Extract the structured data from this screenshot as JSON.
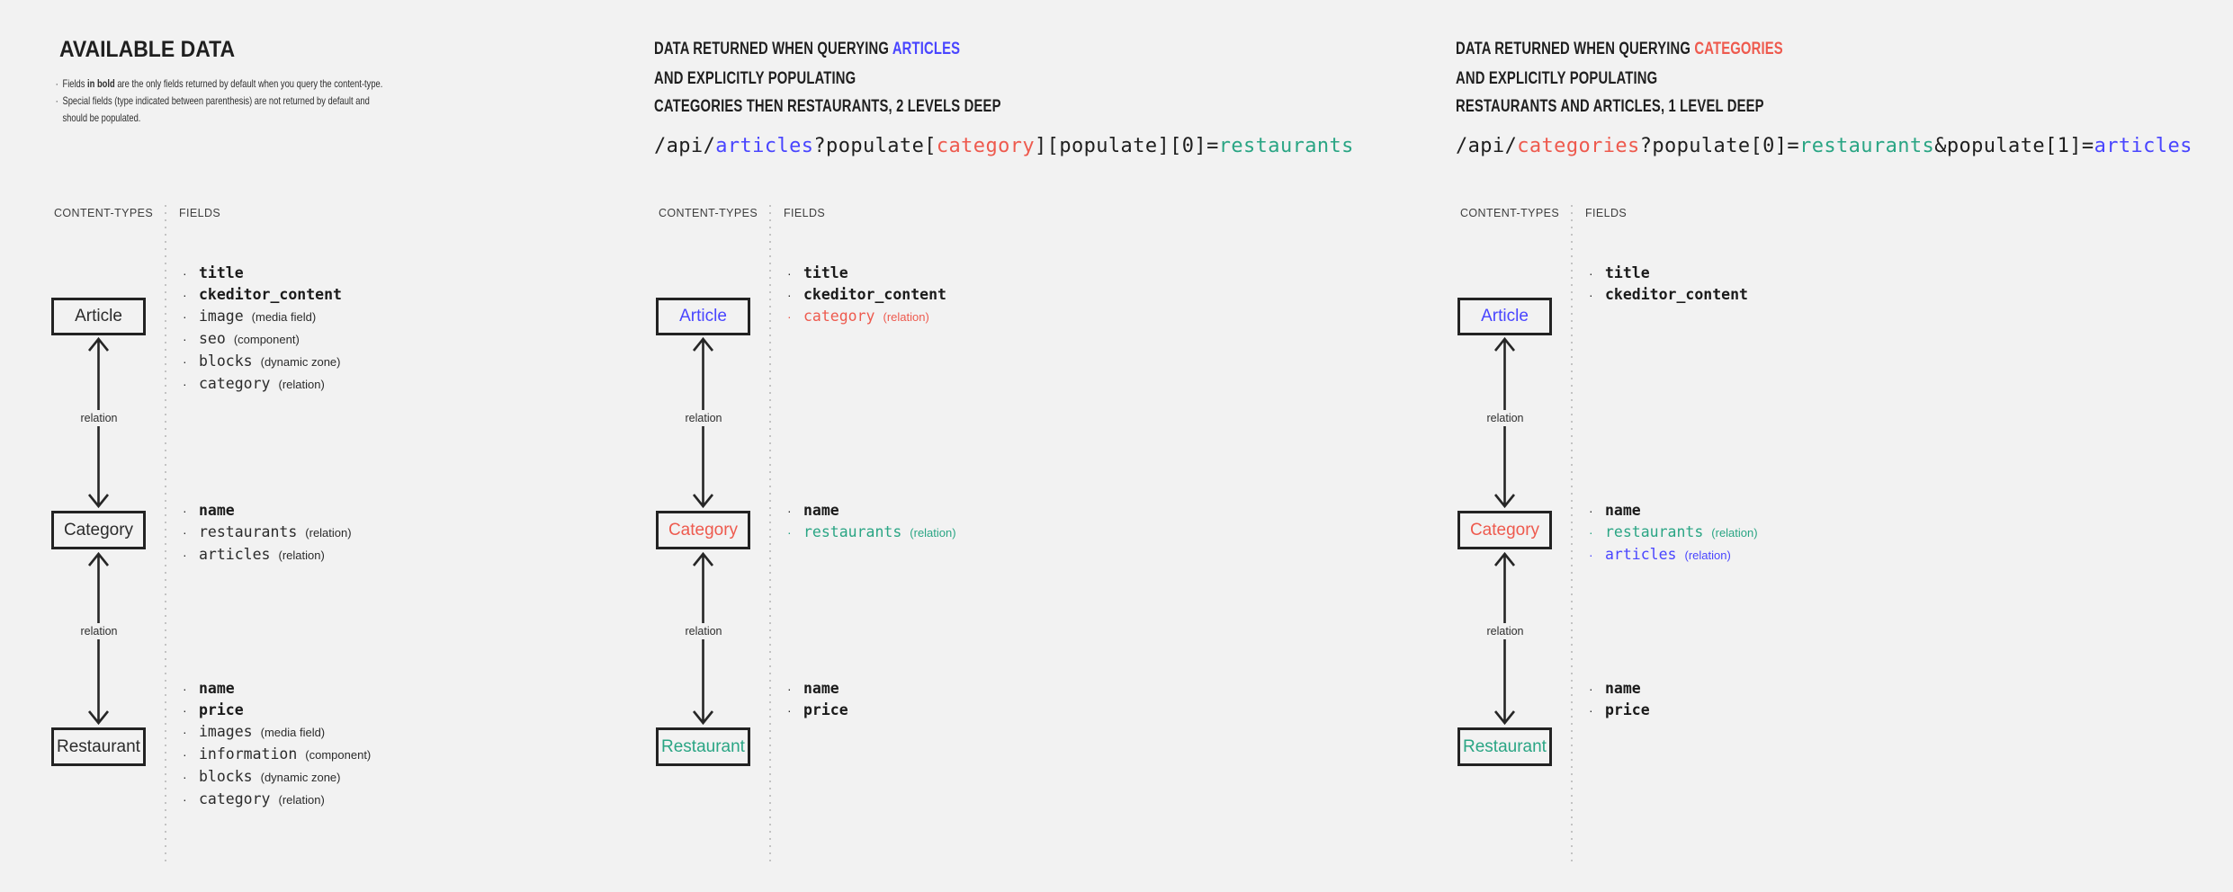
{
  "colors": {
    "blue": "#4945ff",
    "red": "#ee5a4e",
    "teal": "#2aa584",
    "ink": "#1f1f1f",
    "bg": "#f2f2f2"
  },
  "panels": [
    {
      "id": "available-data",
      "title": "AVAILABLE DATA",
      "notes": [
        [
          {
            "text": "Fields "
          },
          {
            "text": "in bold",
            "bold": true
          },
          {
            "text": " are the only fields returned by default when you query the content-type."
          }
        ],
        [
          {
            "text": "Special fields (type indicated between parenthesis) are not returned by default and should be populated."
          }
        ]
      ],
      "labels": {
        "content_types": "CONTENT-TYPES",
        "fields": "FIELDS",
        "relation": "relation"
      },
      "boxes": [
        {
          "name": "Article",
          "fields": [
            {
              "name": "title",
              "bold": true
            },
            {
              "name": "ckeditor_content",
              "bold": true
            },
            {
              "name": "image",
              "type": "(media field)"
            },
            {
              "name": "seo",
              "type": "(component)"
            },
            {
              "name": "blocks",
              "type": "(dynamic zone)"
            },
            {
              "name": "category",
              "type": "(relation)"
            }
          ]
        },
        {
          "name": "Category",
          "fields": [
            {
              "name": "name",
              "bold": true
            },
            {
              "name": "restaurants",
              "type": "(relation)"
            },
            {
              "name": "articles",
              "type": "(relation)"
            }
          ]
        },
        {
          "name": "Restaurant",
          "fields": [
            {
              "name": "name",
              "bold": true
            },
            {
              "name": "price",
              "bold": true
            },
            {
              "name": "images",
              "type": "(media field)"
            },
            {
              "name": "information",
              "type": "(component)"
            },
            {
              "name": "blocks",
              "type": "(dynamic zone)"
            },
            {
              "name": "category",
              "type": "(relation)"
            }
          ]
        }
      ]
    },
    {
      "id": "query-articles",
      "heading": [
        [
          {
            "text": "DATA RETURNED WHEN QUERYING "
          },
          {
            "text": "ARTICLES",
            "color": "blue"
          }
        ],
        [
          {
            "text": "AND EXPLICITLY POPULATING"
          }
        ],
        [
          {
            "text": "CATEGORIES THEN RESTAURANTS, 2 LEVELS DEEP"
          }
        ]
      ],
      "api": [
        {
          "text": "/api/"
        },
        {
          "text": "articles",
          "color": "blue"
        },
        {
          "text": "?populate["
        },
        {
          "text": "category",
          "color": "red"
        },
        {
          "text": "][populate][0]="
        },
        {
          "text": "restaurants",
          "color": "teal"
        }
      ],
      "labels": {
        "content_types": "CONTENT-TYPES",
        "fields": "FIELDS",
        "relation": "relation"
      },
      "boxes": [
        {
          "name": "Article",
          "color": "blue",
          "fields": [
            {
              "name": "title",
              "bold": true
            },
            {
              "name": "ckeditor_content",
              "bold": true
            },
            {
              "name": "category",
              "type": "(relation)",
              "color": "red"
            }
          ]
        },
        {
          "name": "Category",
          "color": "red",
          "fields": [
            {
              "name": "name",
              "bold": true
            },
            {
              "name": "restaurants",
              "type": "(relation)",
              "color": "teal"
            }
          ]
        },
        {
          "name": "Restaurant",
          "color": "teal",
          "fields": [
            {
              "name": "name",
              "bold": true
            },
            {
              "name": "price",
              "bold": true
            }
          ]
        }
      ]
    },
    {
      "id": "query-categories",
      "heading": [
        [
          {
            "text": "DATA RETURNED WHEN QUERYING "
          },
          {
            "text": "CATEGORIES",
            "color": "red"
          }
        ],
        [
          {
            "text": "AND EXPLICITLY POPULATING"
          }
        ],
        [
          {
            "text": "RESTAURANTS AND ARTICLES, 1 LEVEL DEEP"
          }
        ]
      ],
      "api": [
        {
          "text": "/api/"
        },
        {
          "text": "categories",
          "color": "red"
        },
        {
          "text": "?populate[0]="
        },
        {
          "text": "restaurants",
          "color": "teal"
        },
        {
          "text": "&populate[1]="
        },
        {
          "text": "articles",
          "color": "blue"
        }
      ],
      "labels": {
        "content_types": "CONTENT-TYPES",
        "fields": "FIELDS",
        "relation": "relation"
      },
      "boxes": [
        {
          "name": "Article",
          "color": "blue",
          "fields": [
            {
              "name": "title",
              "bold": true
            },
            {
              "name": "ckeditor_content",
              "bold": true
            }
          ]
        },
        {
          "name": "Category",
          "color": "red",
          "fields": [
            {
              "name": "name",
              "bold": true
            },
            {
              "name": "restaurants",
              "type": "(relation)",
              "color": "teal"
            },
            {
              "name": "articles",
              "type": "(relation)",
              "color": "blue"
            }
          ]
        },
        {
          "name": "Restaurant",
          "color": "teal",
          "fields": [
            {
              "name": "name",
              "bold": true
            },
            {
              "name": "price",
              "bold": true
            }
          ]
        }
      ]
    }
  ]
}
